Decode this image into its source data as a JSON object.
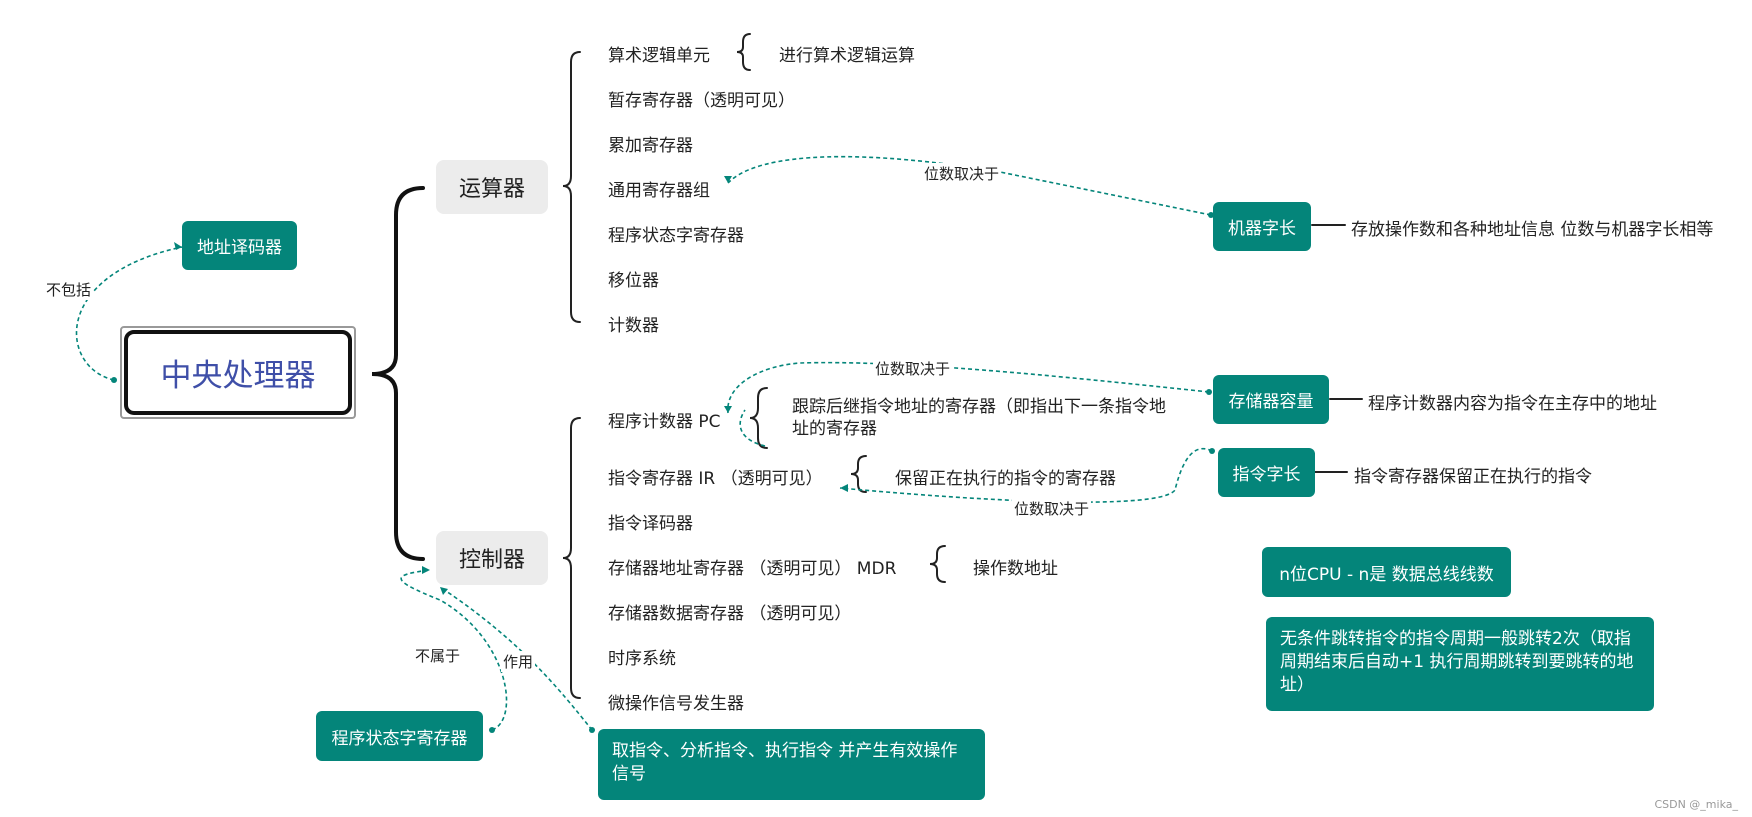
{
  "root": {
    "label": "中央处理器"
  },
  "address_decoder": "地址译码器",
  "edge_labels": {
    "not_include": "不包括",
    "bits_depend_1": "位数取决于",
    "bits_depend_2": "位数取决于",
    "bits_depend_3": "位数取决于",
    "not_belong": "不属于",
    "function": "作用"
  },
  "alu": {
    "label": "运算器",
    "items": [
      "算术逻辑单元",
      "暂存寄存器（透明可见）",
      "累加寄存器",
      "通用寄存器组",
      "程序状态字寄存器",
      "移位器",
      "计数器"
    ],
    "alu_desc": "进行算术逻辑运算"
  },
  "control": {
    "label": "控制器",
    "items": [
      "程序计数器 PC",
      "指令寄存器 IR （透明可见）",
      "指令译码器",
      "存储器地址寄存器 （透明可见） MDR",
      "存储器数据寄存器 （透明可见）",
      "时序系统",
      "微操作信号发生器"
    ],
    "pc_desc": "跟踪后继指令地址的寄存器（即指出下一条指令地址的寄存器",
    "ir_desc": "保留正在执行的指令的寄存器",
    "mdr_desc": "操作数地址",
    "function_desc": "取指令、分析指令、执行指令 并产生有效操作信号",
    "psw": "程序状态字寄存器"
  },
  "right": {
    "machine_word": {
      "label": "机器字长",
      "desc": "存放操作数和各种地址信息 位数与机器字长相等"
    },
    "memory_capacity": {
      "label": "存储器容量",
      "desc": "程序计数器内容为指令在主存中的地址"
    },
    "instruction_word": {
      "label": "指令字长",
      "desc": "指令寄存器保留正在执行的指令"
    },
    "note_cpu": "n位CPU - n是 数据总线线数",
    "note_jump": "无条件跳转指令的指令周期一般跳转2次（取指周期结束后自动+1 执行周期跳转到要跳转的地址）"
  },
  "watermark": "CSDN @_mika_",
  "colors": {
    "accent": "#04857a",
    "root_text": "#3f4fa8",
    "node_gray": "#ececec"
  }
}
